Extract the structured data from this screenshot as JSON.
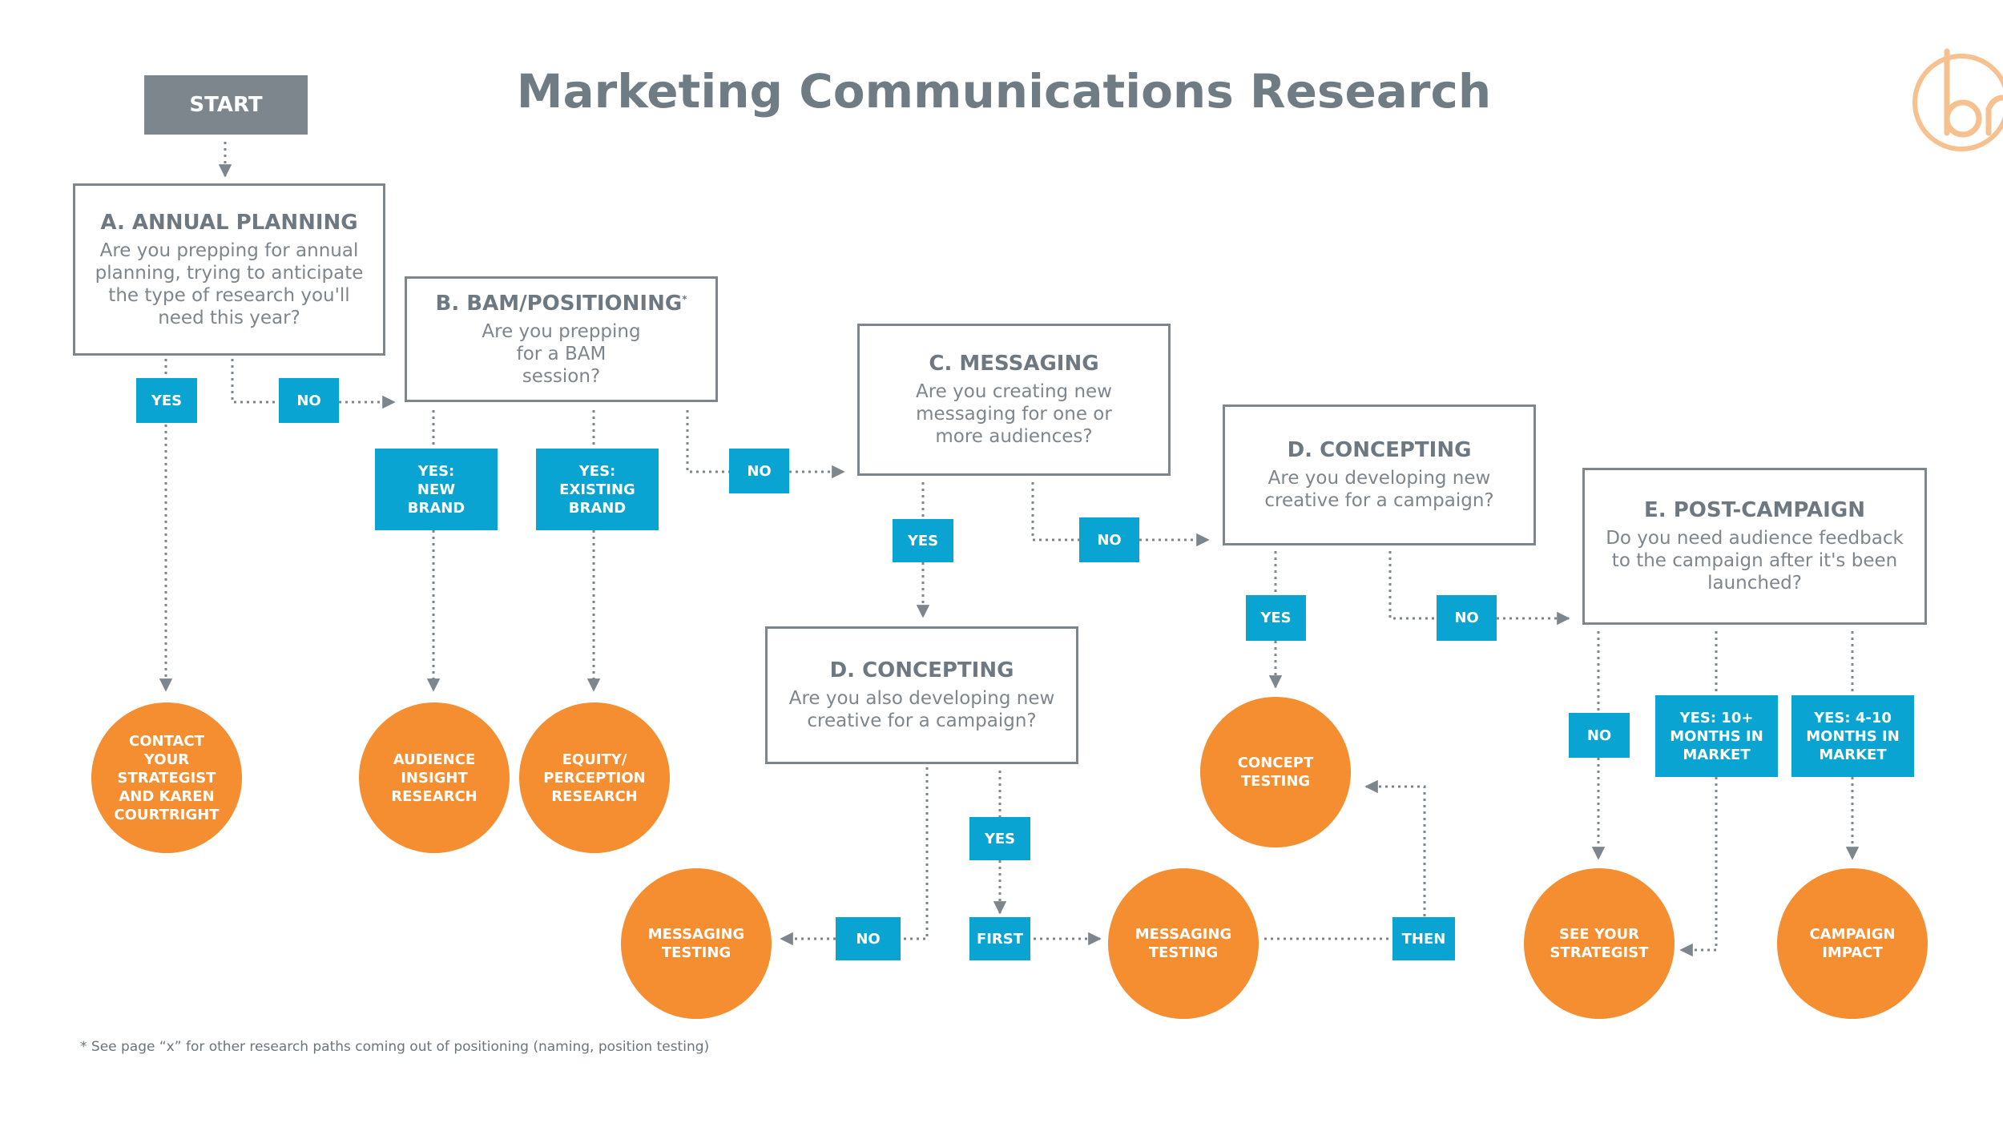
{
  "title": "Marketing Communications Research",
  "start_label": "START",
  "questions": {
    "annual_planning": {
      "heading": "A. ANNUAL PLANNING",
      "text": "Are you prepping for annual planning, trying to anticipate the type of research you'll need this year?"
    },
    "bam_positioning": {
      "heading": "B. BAM/POSITIONING",
      "sup": "*",
      "text": "Are you prepping for a BAM session?"
    },
    "messaging": {
      "heading": "C. MESSAGING",
      "text": "Are you creating new messaging for one or more audiences?"
    },
    "concepting_also": {
      "heading": "D. CONCEPTING",
      "text": "Are you also developing new creative for a campaign?"
    },
    "concepting": {
      "heading": "D. CONCEPTING",
      "text": "Are you developing new creative for a campaign?"
    },
    "post_campaign": {
      "heading": "E. POST-CAMPAIGN",
      "text": "Do you need audience feedback to the campaign after it's been launched?"
    }
  },
  "tags": {
    "a_yes": "YES",
    "a_no": "NO",
    "b_yes_new": "YES: NEW BRAND",
    "b_yes_existing": "YES: EXISTING BRAND",
    "b_no": "NO",
    "c_yes": "YES",
    "c_no": "NO",
    "dd_yes": "YES",
    "dd_no": "NO",
    "first": "FIRST",
    "then": "THEN",
    "d_yes": "YES",
    "d_no": "NO",
    "e_no": "NO",
    "e_yes_10": "YES: 10+ MONTHS IN MARKET",
    "e_yes_4_10": "YES: 4-10 MONTHS IN MARKET"
  },
  "outcomes": {
    "contact_strategist": "CONTACT YOUR STRATEGIST AND KAREN COURTRIGHT",
    "audience_insight": "AUDIENCE INSIGHT RESEARCH",
    "equity_perception": "EQUITY/ PERCEPTION RESEARCH",
    "messaging_testing_left": "MESSAGING TESTING",
    "messaging_testing_mid": "MESSAGING TESTING",
    "concept_testing": "CONCEPT TESTING",
    "see_strategist": "SEE YOUR STRATEGIST",
    "campaign_impact": "CAMPAIGN IMPACT"
  },
  "footnote": "* See page “x” for other research paths coming out of positioning (naming, position testing)",
  "colors": {
    "tag_blue": "#0aa4d3",
    "outcome_orange": "#f48e30",
    "box_gray": "#7d868c",
    "logo_peach": "#f6c08f"
  },
  "logo": {
    "icon": "br-monogram-logo",
    "text": "br"
  }
}
